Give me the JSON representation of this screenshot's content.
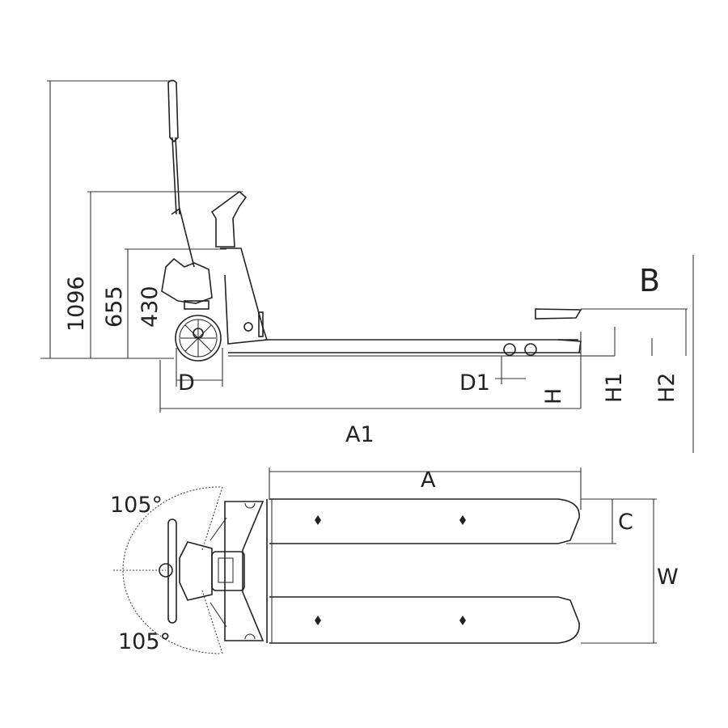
{
  "title": "Hand pallet truck dimension drawing",
  "side_view": {
    "height_handle": "1096",
    "height_head": "655",
    "height_column": "430",
    "lift_label": "B",
    "steer_wheel_label": "D",
    "load_wheel_label": "D1",
    "fork_height_label": "H",
    "lowered_height_label": "H1",
    "lift_height_label": "H2",
    "overall_length_label": "A1"
  },
  "top_view": {
    "fork_length_label": "A",
    "fork_width_label": "C",
    "overall_width_label": "W",
    "steer_angle_top": "105°",
    "steer_angle_bottom": "105°"
  },
  "colors": {
    "line": "#222222",
    "background": "#ffffff"
  }
}
